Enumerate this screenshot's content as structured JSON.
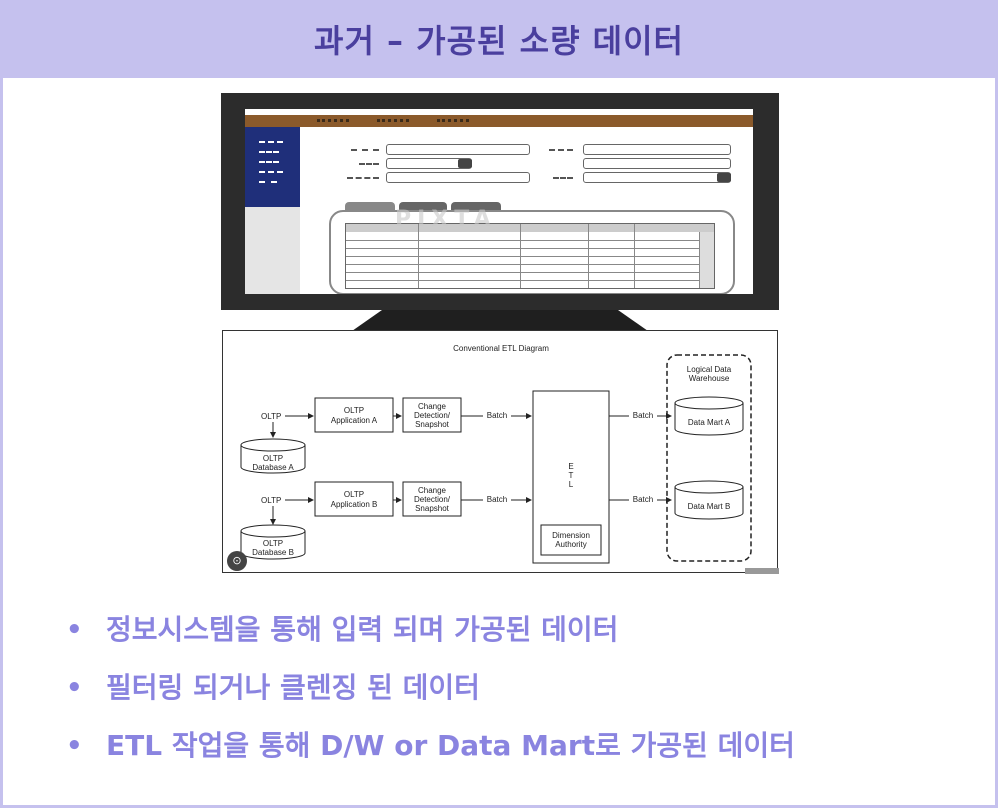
{
  "slide": {
    "title": "과거 – 가공된 소량 데이터"
  },
  "monitor": {
    "watermark": "PIXTA"
  },
  "etl_diagram": {
    "title": "Conventional ETL Diagram",
    "oltp_a": "OLTP",
    "oltp_b": "OLTP",
    "app_a": [
      "OLTP",
      "Application A"
    ],
    "app_b": [
      "OLTP",
      "Application B"
    ],
    "cd_a": [
      "Change",
      "Detection/",
      "Snapshot"
    ],
    "cd_b": [
      "Change",
      "Detection/",
      "Snapshot"
    ],
    "db_a": [
      "OLTP",
      "Database A"
    ],
    "db_b": [
      "OLTP",
      "Database B"
    ],
    "batch": "Batch",
    "etl": [
      "E",
      "T",
      "L"
    ],
    "dimension": [
      "Dimension",
      "Authority"
    ],
    "ldw": [
      "Logical Data",
      "Warehouse"
    ],
    "mart_a": "Data Mart A",
    "mart_b": "Data Mart B"
  },
  "bullets": [
    "정보시스템을 통해 입력 되며 가공된 데이터",
    "필터링 되거나 클렌징 된 데이터",
    "ETL 작업을 통해 D/W or Data Mart로 가공된 데이터"
  ],
  "colors": {
    "title_band": "#c5c1ee",
    "title_text": "#4a3f9e",
    "bullet_text": "#8a84e0"
  }
}
